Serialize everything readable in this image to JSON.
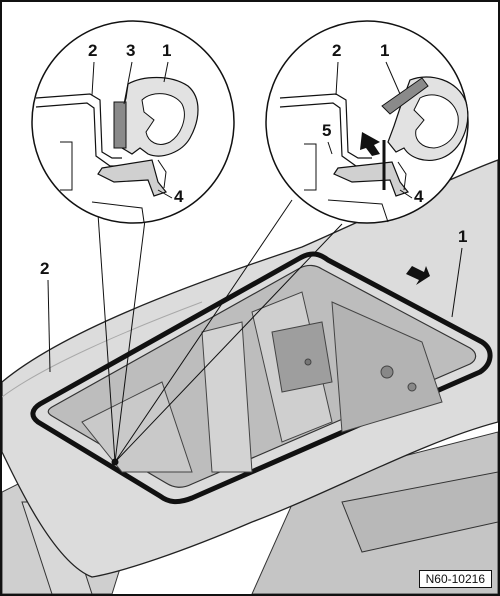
{
  "figure": {
    "reference_code": "N60-10216",
    "callouts": {
      "left_detail": [
        "2",
        "3",
        "1",
        "4"
      ],
      "right_detail": [
        "2",
        "1",
        "5",
        "4"
      ],
      "main_view": [
        "2",
        "1"
      ]
    }
  },
  "colors": {
    "roof": "#dcdcdc",
    "roof_shade": "#c7c7c7",
    "interior": "#bdbdbd",
    "seal": "#111111",
    "seal_fill": "#e2e2e2",
    "trim_dark": "#8a8a8a"
  }
}
